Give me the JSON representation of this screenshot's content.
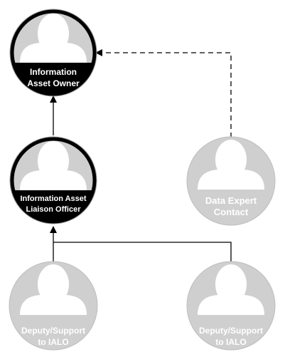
{
  "colors": {
    "dark_node_fill": "#000000",
    "grey_node_fill": "#cfcfcf",
    "avatar_fill": "#ffffff",
    "label_text": "#ffffff",
    "connector": "#000000",
    "dashed_connector": "#000000",
    "background": "#ffffff"
  },
  "nodes": {
    "asset_owner": {
      "label_line1": "Information",
      "label_line2": "Asset Owner",
      "icon": "person-silhouette-icon",
      "style": "dark"
    },
    "liaison_officer": {
      "label_line1": "Information Asset",
      "label_line2": "Liaison Officer",
      "icon": "person-silhouette-icon",
      "style": "dark"
    },
    "data_expert": {
      "label_line1": "Data Expert",
      "label_line2": "Contact",
      "icon": "person-silhouette-icon",
      "style": "grey"
    },
    "deputy_left": {
      "label_line1": "Deputy/Support",
      "label_line2": "to IALO",
      "icon": "person-silhouette-icon",
      "style": "grey"
    },
    "deputy_right": {
      "label_line1": "Deputy/Support",
      "label_line2": "to IALO",
      "icon": "person-silhouette-icon",
      "style": "grey"
    }
  },
  "connectors": [
    {
      "from": "liaison_officer",
      "to": "asset_owner",
      "style": "solid"
    },
    {
      "from": "data_expert",
      "to": "asset_owner",
      "style": "dashed"
    },
    {
      "from": "deputy_left",
      "to": "liaison_officer",
      "style": "solid"
    },
    {
      "from": "deputy_right",
      "to": "liaison_officer",
      "style": "solid"
    }
  ]
}
